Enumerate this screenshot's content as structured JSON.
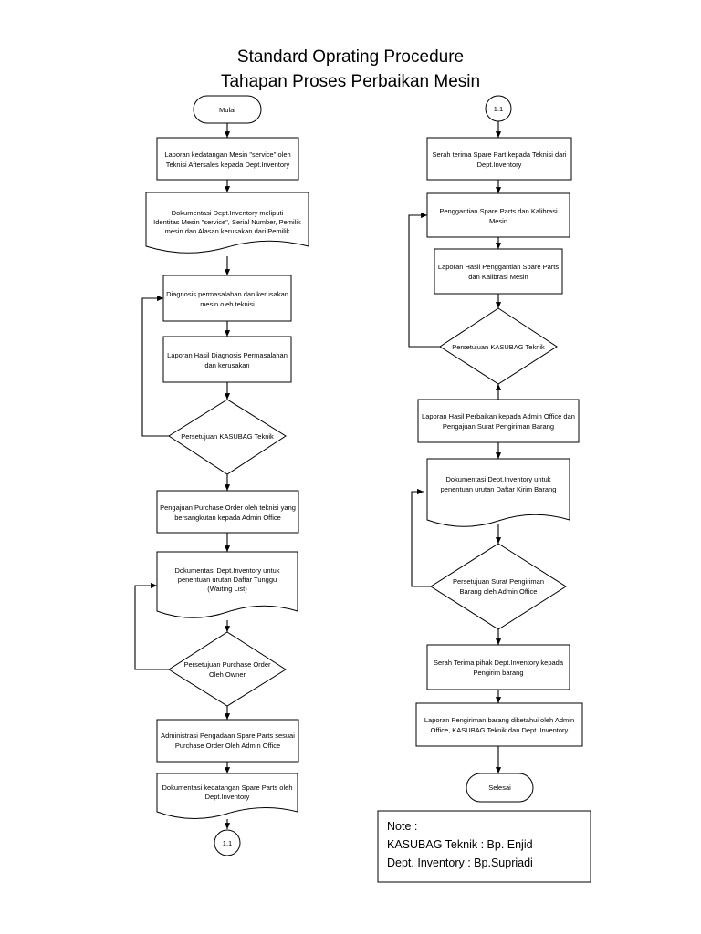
{
  "title": {
    "line1": "Standard Oprating Procedure",
    "line2": "Tahapan Proses Perbaikan Mesin"
  },
  "left_column": {
    "start": "Mulai",
    "step1": [
      "Laporan kedatangan Mesin \"service\" oleh",
      "Teknisi Aftersales kepada Dept.Inventory"
    ],
    "doc1": [
      "Dokumentasi Dept.Inventory meliputi",
      "Identitas Mesin \"service\", Serial Number, Pemilik",
      "mesin dan Alasan kerusakan dari Pemilik"
    ],
    "step2": [
      "Diagnosis permasalahan dan kerusakan",
      "mesin oleh teknisi"
    ],
    "step3": [
      "Laporan Hasil Diagnosis Permasalahan",
      "dan kerusakan"
    ],
    "decision1": [
      "Persetujuan KASUBAG Teknik"
    ],
    "step4": [
      "Pengajuan Purchase Order oleh teknisi yang",
      "bersangkutan kepada Admin Office"
    ],
    "doc2": [
      "Dokumentasi Dept.Inventory untuk",
      "penentuan urutan Daftar Tunggu",
      "(Waiting List)"
    ],
    "decision2": [
      "Persetujuan Purchase Order",
      "Oleh Owner"
    ],
    "step5": [
      "Administrasi Pengadaan Spare Parts sesuai",
      "Purchase Order Oleh Admin Office"
    ],
    "doc3": [
      "Dokumentasi kedatangan Spare Parts oleh",
      "Dept.Inventory"
    ],
    "connector": "1.1"
  },
  "right_column": {
    "connector": "1.1",
    "step1": [
      "Serah terima Spare Part kepada Teknisi dari",
      "Dept.Inventory"
    ],
    "step2": [
      "Penggantian Spare Parts dan Kalibrasi",
      "Mesin"
    ],
    "step3": [
      "Laporan Hasil Penggantian Spare Parts",
      "dan Kalibrasi Mesin"
    ],
    "decision1": [
      "Persetujuan KASUBAG Teknik"
    ],
    "step4": [
      "Laporan Hasil Perbaikan kepada Admin Office dan",
      "Pengajuan Surat Pengiriman Barang"
    ],
    "doc1": [
      "Dokumentasi Dept.Inventory untuk",
      "penentuan urutan Daftar Kirim Barang"
    ],
    "decision2": [
      "Persetujuan Surat Pengiriman",
      "Barang oleh Admin Office"
    ],
    "step5": [
      "Serah Terima pihak Dept.Inventory kepada",
      "Pengirim barang"
    ],
    "step6": [
      "Laporan Pengiriman barang diketahui oleh Admin",
      "Office, KASUBAG Teknik dan Dept. Inventory"
    ],
    "end": "Selesai"
  },
  "note": {
    "heading": "Note :",
    "line1": "KASUBAG Teknik : Bp. Enjid",
    "line2": "Dept. Inventory : Bp.Supriadi"
  }
}
